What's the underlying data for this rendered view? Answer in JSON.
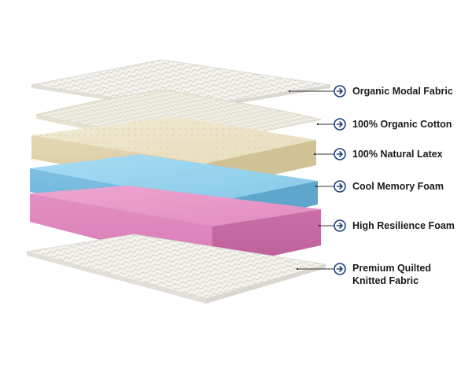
{
  "layers": [
    {
      "id": "modal",
      "label": [
        "Organic Modal Fabric"
      ]
    },
    {
      "id": "cotton",
      "label": [
        "100% Organic Cotton"
      ]
    },
    {
      "id": "latex",
      "label": [
        "100% Natural Latex"
      ]
    },
    {
      "id": "memory",
      "label": [
        "Cool Memory Foam"
      ]
    },
    {
      "id": "hr",
      "label": [
        "High Resilience Foam"
      ]
    },
    {
      "id": "quilted",
      "label": [
        "Premium Quilted",
        "Knitted Fabric"
      ]
    }
  ],
  "colors": {
    "fabric": "#f2f1ec",
    "cotton": "#efece2",
    "latex": "#ece3c9",
    "memory_foam": "#8fd0ec",
    "hr_foam": "#e58fc3",
    "arrow": "#1f3f7a",
    "leader": "#333333"
  }
}
